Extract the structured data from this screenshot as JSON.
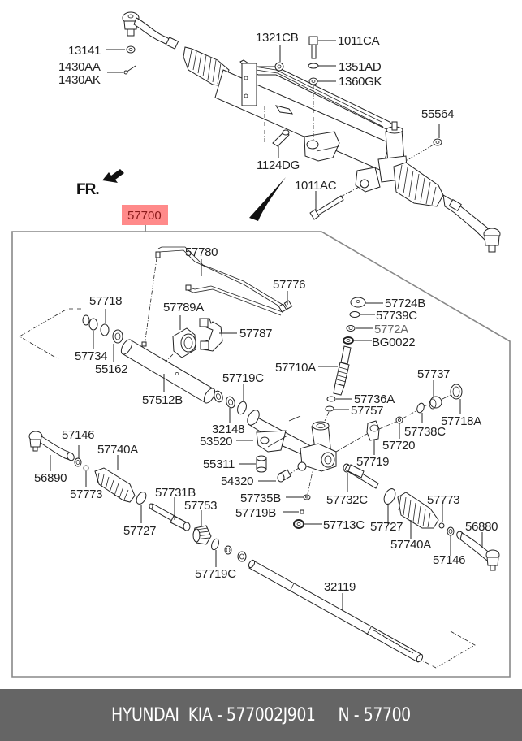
{
  "diagram": {
    "title": "Steering Gear Box (Power Rack & Pinion) Exploded View",
    "direction_label": "FR.",
    "highlighted_assembly": "57700",
    "labels_top": {
      "l_13141": "13141",
      "l_1430AA": "1430AA",
      "l_1430AK": "1430AK",
      "l_1321CB": "1321CB",
      "l_1011CA": "1011CA",
      "l_1351AD": "1351AD",
      "l_1360GK": "1360GK",
      "l_55564": "55564",
      "l_1124DG": "1124DG",
      "l_1011AC": "1011AC"
    },
    "labels_detail": {
      "l_57780": "57780",
      "l_57776": "57776",
      "l_57718": "57718",
      "l_57789A": "57789A",
      "l_57787": "57787",
      "l_57734": "57734",
      "l_55162": "55162",
      "l_57512B": "57512B",
      "l_57719C_top": "57719C",
      "l_57724B": "57724B",
      "l_57739C": "57739C",
      "l_5772A": "5772A",
      "l_BG0022": "BG0022",
      "l_57710A": "57710A",
      "l_57737": "57737",
      "l_57736A": "57736A",
      "l_57757": "57757",
      "l_57718A": "57718A",
      "l_57738C": "57738C",
      "l_32148": "32148",
      "l_53520": "53520",
      "l_57720": "57720",
      "l_57146_left": "57146",
      "l_57740A_left": "57740A",
      "l_55311": "55311",
      "l_57719": "57719",
      "l_56890": "56890",
      "l_54320": "54320",
      "l_57773_left": "57773",
      "l_57731B": "57731B",
      "l_57735B": "57735B",
      "l_57732C": "57732C",
      "l_57773_right": "57773",
      "l_57753": "57753",
      "l_57719B": "57719B",
      "l_57727_left": "57727",
      "l_57713C": "57713C",
      "l_57727_right": "57727",
      "l_56880": "56880",
      "l_57740A_right": "57740A",
      "l_57146_right": "57146",
      "l_57719C_bottom": "57719C",
      "l_32119": "32119"
    }
  },
  "footer": {
    "text": "HYUNDAI  KIA - 577002J901     N - 57700"
  },
  "colors": {
    "highlight": "#ff8a8a",
    "footer_bg": "#656565",
    "footer_text": "#ffffff"
  }
}
